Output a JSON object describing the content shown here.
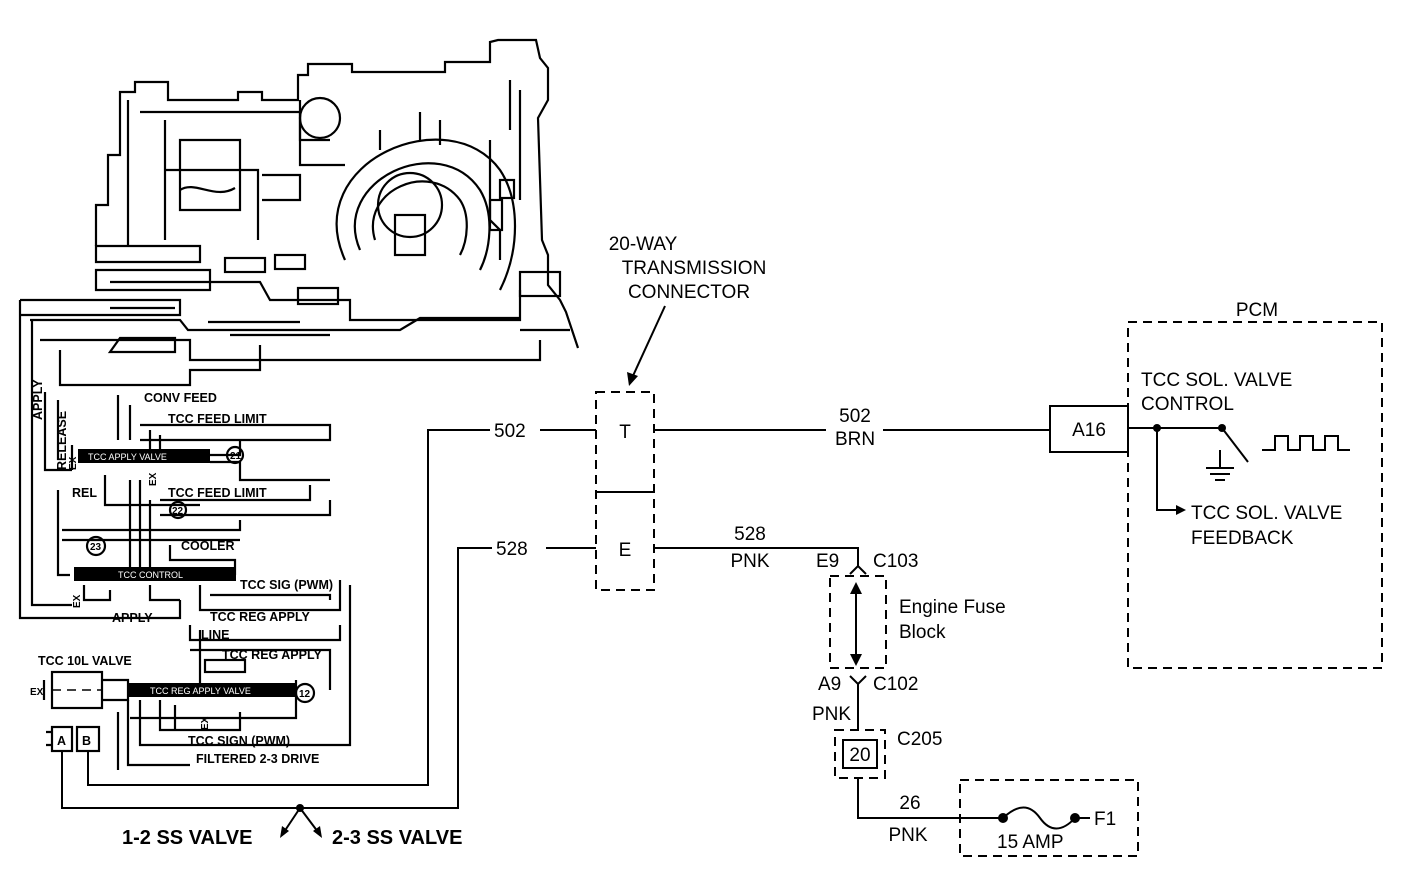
{
  "transmission_connector": {
    "title_line1": "20-WAY",
    "title_line2": "TRANSMISSION",
    "title_line3": "CONNECTOR",
    "pin_t": "T",
    "pin_e": "E"
  },
  "wires": {
    "w502_left": "502",
    "w528_left": "528",
    "w502_right_num": "502",
    "w502_right_color": "BRN",
    "w528_right_num": "528",
    "w528_right_color": "PNK",
    "w_pnk_lower": "PNK",
    "w26_num": "26",
    "w26_color": "PNK"
  },
  "pcm": {
    "title": "PCM",
    "pin": "A16",
    "control_line1": "TCC SOL. VALVE",
    "control_line2": "CONTROL",
    "feedback_line1": "TCC SOL. VALVE",
    "feedback_line2": "FEEDBACK"
  },
  "fuse_block": {
    "e9": "E9",
    "c103": "C103",
    "name_line1": "Engine Fuse",
    "name_line2": "Block",
    "a9": "A9",
    "c102": "C102",
    "c205": "C205",
    "splice_num": "20",
    "fuse_rating": "15 AMP",
    "fuse_id": "F1"
  },
  "valves": {
    "ss12": "1-2 SS VALVE",
    "ss23": "2-3 SS VALVE"
  },
  "hydraulic": {
    "apply_vertical": "APPLY",
    "release_vertical": "RELEASE",
    "conv_feed": "CONV FEED",
    "tcc_feed_limit_top": "TCC FEED LIMIT",
    "tcc_apply_valve": "TCC APPLY VALVE",
    "ex": "EX",
    "rel": "REL",
    "tcc_feed_limit_mid": "TCC FEED LIMIT",
    "port_21": "21",
    "port_22": "22",
    "port_23": "23",
    "cooler": "COOLER",
    "tcc_control": "TCC CONTROL",
    "tcc_sig_pwm": "TCC SIG (PWM)",
    "apply": "APPLY",
    "tcc_reg_apply_top": "TCC REG APPLY",
    "line": "LINE",
    "tcc_reg_apply_mid": "TCC REG APPLY",
    "tcc_iol_valve": "TCC 10L VALVE",
    "tcc_reg_apply_valve": "TCC REG APPLY VALVE",
    "port_12": "12",
    "sol_a": "A",
    "sol_b": "B",
    "tcc_sign_pwm": "TCC SIGN (PWM)",
    "filtered_23_drive": "FILTERED 2-3 DRIVE"
  }
}
